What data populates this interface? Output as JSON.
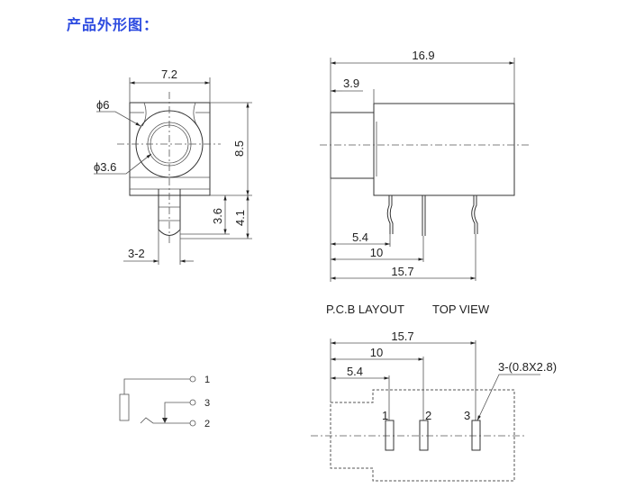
{
  "title": "产品外形图：",
  "front_view": {
    "width": "7.2",
    "outer_diameter": "ϕ6",
    "inner_diameter": "ϕ3.6",
    "height": "8.5",
    "pin_a": "3.6",
    "pin_b": "4.1",
    "pin_width": "3-2"
  },
  "side_view": {
    "length": "16.9",
    "front_length": "3.9",
    "pin1": "5.4",
    "pin2": "10",
    "pin3": "15.7"
  },
  "pcb_layout": {
    "heading": "P.C.B LAYOUT",
    "heading2": "TOP VIEW",
    "pin1": "5.4",
    "pin2": "10",
    "pin3": "15.7",
    "hole_note": "3-(0.8X2.8)",
    "labels": [
      "1",
      "2",
      "3"
    ]
  },
  "schematic": {
    "labels": [
      "1",
      "3",
      "2"
    ]
  }
}
